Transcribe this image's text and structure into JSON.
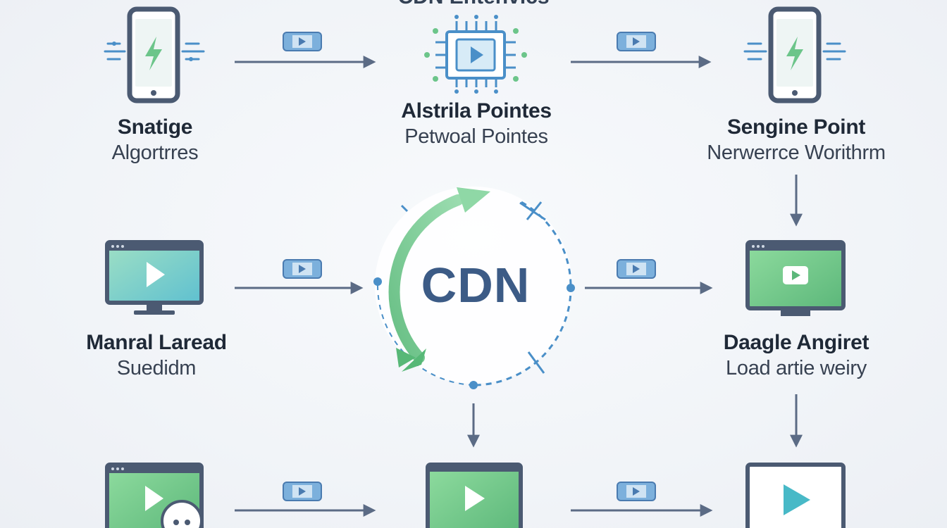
{
  "title": "CDN Entenvics",
  "center": {
    "label": "CDN"
  },
  "nodes": [
    {
      "id": "top-left",
      "title": "Snatige",
      "subtitle": "Algortrres"
    },
    {
      "id": "top-center",
      "title": "Alstrila Pointes",
      "subtitle": "Petwoal Pointes"
    },
    {
      "id": "top-right",
      "title": "Sengine Point",
      "subtitle": "Nerwerrce Worithrm"
    },
    {
      "id": "mid-left",
      "title": "Manral Laread",
      "subtitle": "Suedidm"
    },
    {
      "id": "mid-right",
      "title": "Daagle Angiret",
      "subtitle": "Load artie weiry"
    }
  ],
  "icons": {
    "phone": "smartphone-icon",
    "chip": "processor-chip-icon",
    "monitor": "monitor-icon",
    "video": "video-packet-icon",
    "play": "play-icon"
  },
  "colors": {
    "slate": "#4b5a72",
    "green": "#6cc58a",
    "teal": "#48b9c7",
    "arrow": "#5b6b85",
    "chip_blue": "#4a8fc8",
    "cdn_text": "#3c5b86"
  }
}
